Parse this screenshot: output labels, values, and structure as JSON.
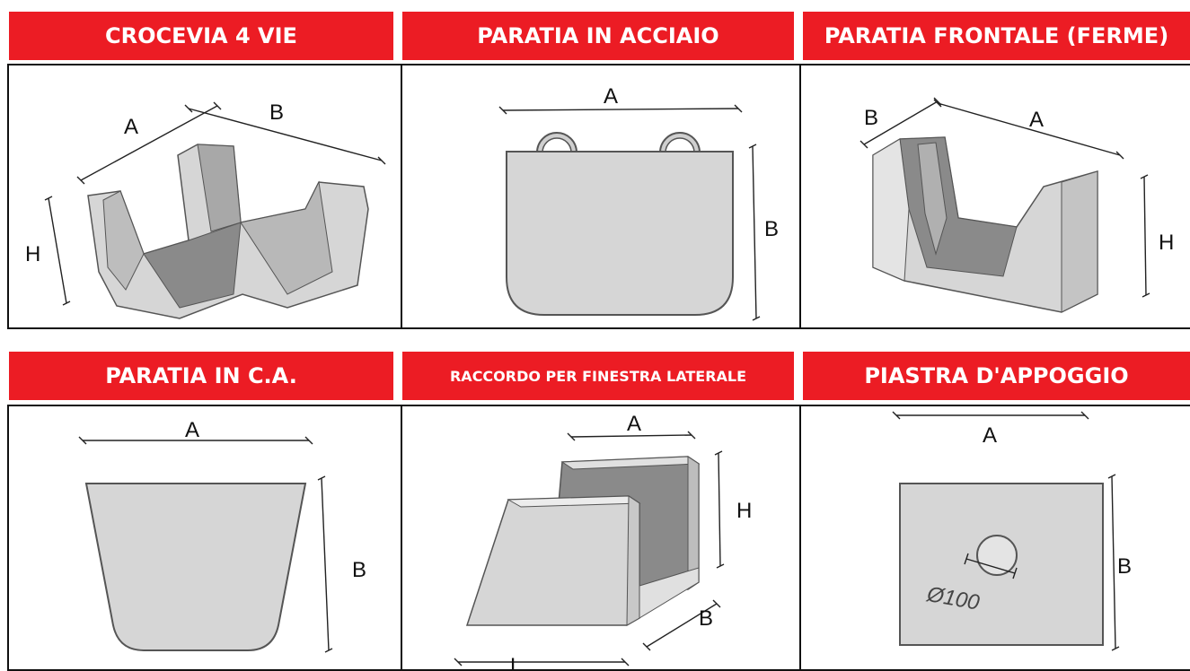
{
  "row1": {
    "headers": [
      "CROCEVIA 4 VIE",
      "PARATIA IN ACCIAIO",
      "PARATIA FRONTALE (FERME)"
    ],
    "cell1": {
      "labels": [
        "A",
        "B",
        "H"
      ]
    },
    "cell2": {
      "labels": [
        "A",
        "B"
      ]
    },
    "cell3": {
      "labels": [
        "B",
        "A",
        "H"
      ]
    }
  },
  "row2": {
    "headers": [
      "PARATIA IN C.A.",
      "RACCORDO PER FINESTRA LATERALE",
      "PIASTRA D'APPOGGIO"
    ],
    "cell1": {
      "labels": [
        "A",
        "B"
      ]
    },
    "cell2": {
      "labels": [
        "A",
        "H",
        "B",
        "L"
      ]
    },
    "cell3": {
      "labels": [
        "A",
        "B",
        "Ø100"
      ]
    }
  },
  "colors": {
    "header_bg": "#ec1c24",
    "header_text": "#ffffff",
    "drawing_fill": "#d6d6d6",
    "drawing_dark": "#8a8a8a"
  }
}
